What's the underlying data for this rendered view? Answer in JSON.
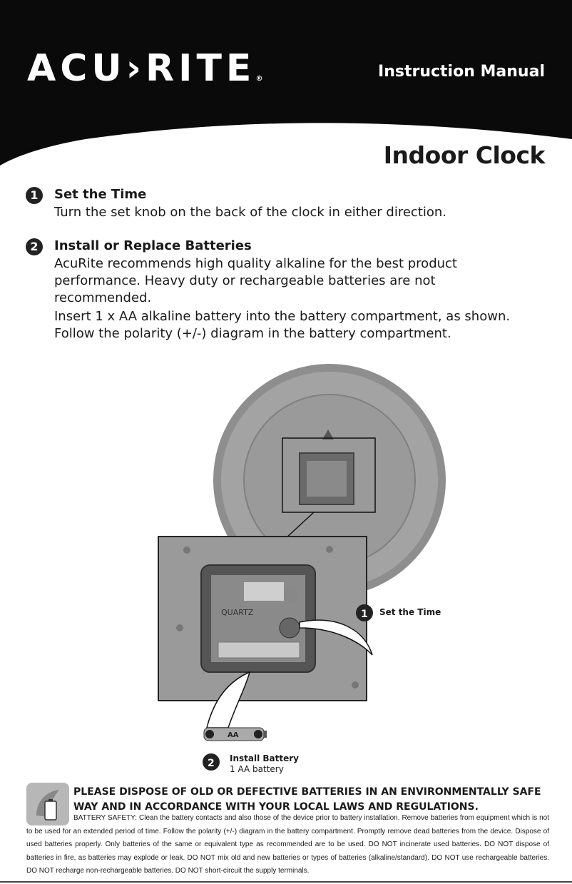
{
  "header": {
    "brand": "ACU›RITE",
    "brand_reg": "®",
    "manual_label": "Instruction Manual",
    "product_title": "Indoor Clock"
  },
  "steps": [
    {
      "number": "1",
      "title": "Set the Time",
      "lines": [
        "Turn the set knob on the back of the clock in either direction."
      ]
    },
    {
      "number": "2",
      "title": "Install or Replace Batteries",
      "paragraph_1": [
        "AcuRite recommends high quality alkaline for the best product",
        "performance. Heavy duty or rechargeable batteries are not",
        "recommended."
      ],
      "paragraph_2": [
        "Insert 1 x AA alkaline battery into the battery compartment, as shown.",
        "Follow the polarity (+/-) diagram in the battery compartment."
      ]
    }
  ],
  "illustration": {
    "callout_1": {
      "number": "1",
      "label": "Set the Time"
    },
    "callout_2": {
      "number": "2",
      "label": "Install Battery",
      "sub": "1 AA battery"
    },
    "battery_label": "AA",
    "movement_label": "QUARTZ"
  },
  "footer": {
    "warning": "PLEASE DISPOSE OF OLD OR DEFECTIVE BATTERIES IN AN ENVIRONMENTALLY SAFE WAY AND IN ACCORDANCE WITH YOUR LOCAL LAWS AND REGULATIONS.",
    "safety": "BATTERY SAFETY: Clean the battery contacts and also those of the device prior to battery installation. Remove batteries from equipment which is not to be used for an extended period of time. Follow the polarity (+/-) diagram in the battery compartment. Promptly remove dead batteries from the device. Dispose of used batteries properly. Only batteries of the same or equivalent type as recommended are to be used. DO NOT incinerate used batteries. DO NOT dispose of batteries in fire, as batteries may explode or leak. DO NOT mix old and new batteries or types of batteries (alkaline/standard). DO NOT use rechargeable batteries. DO NOT recharge non-rechargeable batteries. DO NOT short-circuit the supply terminals."
  },
  "colors": {
    "header_black": "#0a0a0a",
    "text": "#1a1a1a",
    "clock_grey": "#9a9a9a",
    "recycle_grey": "#b7b7b7"
  }
}
